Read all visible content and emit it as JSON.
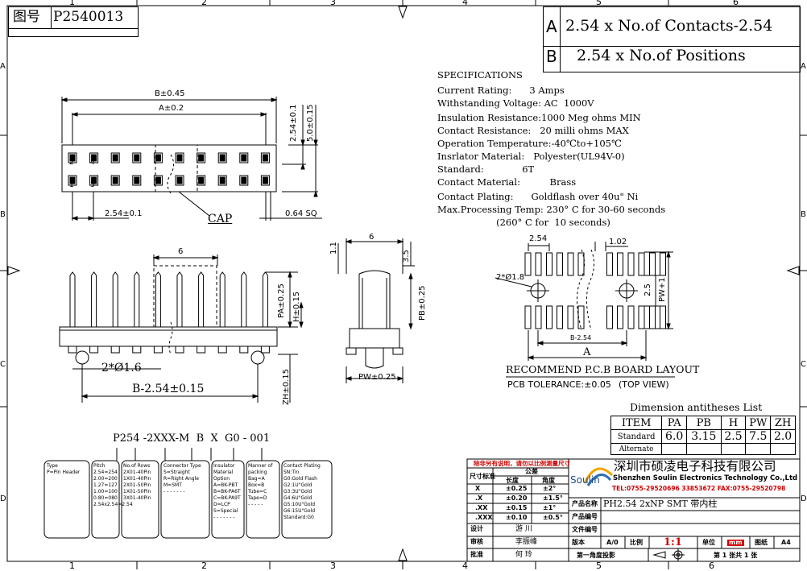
{
  "drawing_no": {
    "label": "图号",
    "value": "P2540013"
  },
  "formulas": {
    "a_key": "A",
    "a_text": "2.54 x No.of Contacts-2.54",
    "b_key": "B",
    "b_text": "2.54 x No.of Positions"
  },
  "specs": {
    "title": "SPECIFICATIONS",
    "lines": [
      "Current Rating:      3 Amps",
      "Withstanding Voltage: AC  1000V",
      "Insulation Resistance:1000 Meg ohms MIN",
      "Contact Resistance:   20 milli ohms MAX",
      "Operation Temperature:-40℃to+105℃",
      "Insrlator Material:   Polyester(UL94V-0)",
      "Standard:             6T",
      "Contact Material:          Brass",
      "Contact Plating:      Goldflash over 40u\" Ni",
      "Max.Processing Temp: 230° C for 30-60 seconds",
      "                    (260° C for  10 seconds)"
    ]
  },
  "border": {
    "cols": [
      "1",
      "2",
      "3",
      "4",
      "5",
      "6"
    ],
    "rows": [
      "A",
      "B",
      "C",
      "D"
    ]
  },
  "top_view": {
    "dim_b": "B±0.45",
    "dim_a": "A±0.2",
    "pitch": "2.54±0.1",
    "pin_sq": "0.64 SQ",
    "cap": "CAP",
    "dim_v1": "2.54±0.1",
    "dim_v2": "5.0±0.15",
    "num_2": "2",
    "num_4": "4",
    "num_1": "1",
    "num_3": "3"
  },
  "front_view": {
    "dim_6": "6",
    "dim_pa": "PA±0.25",
    "dim_h": "H±0.15",
    "holes": "2*Ø1.6",
    "dim_b": "B-2.54±0.15",
    "dim_zh": "ZH±0.15"
  },
  "side_view": {
    "dim_6": "6",
    "dim_11": "1.1",
    "dim_35": "3.5",
    "dim_pb": "PB±0.25",
    "dim_pw": "PW±0.25"
  },
  "pcb_layout": {
    "pitch": "2.54",
    "pad_w": "1.02",
    "holes": "2*Ø1.8",
    "dim_25": "2.5",
    "dim_pw": "PW+1",
    "dim_b": "B-2.54",
    "dim_a": "A",
    "title": "RECOMMEND P.C.B BOARD LAYOUT",
    "tolerance": "PCB TOLERANCE:±0.05",
    "view": "(TOP VIEW)"
  },
  "part_code": {
    "code": "P254 -2XXX-M  B  X  G0 - 001",
    "boxes": [
      "Type\nP=Pin Header",
      "Pitch\n2.54=254\n2.00=200\n1.27=127\n1.00=100\n0.80=080\n2.54x2.54=2.54",
      "No.of Rows\n2X01-40Pin\n1X01-40Pin\n2X01-50Pin\n1X01-50Pin\n3X01-40Pin",
      "Connector Type\nS=Straight\nR=Right Angle\nM=SMT\n- - - - - - -",
      "Insulator\nMaterial\nOption\nA=BK-PBT\nB=BK-PA6T\nC=BK-PA9T\nD=LCP\nS=Special\n- - - - - - -",
      "Manner of\npacking\nBag=A\nBox=B\nTube=C\nTape=D\n- - - - -",
      "Contact Plating\nSN:Tin\nG0:Gold Flash\nG2:1U\"Gold\nG3:3U\"Gold\nG4:6U\"Gold\nG5:10U\"Gold\nG6:15U\"Gold\nStandard:G0"
    ]
  },
  "dimension_table": {
    "title": "Dimension antitheses List",
    "headers": [
      "ITEM",
      "PA",
      "PB",
      "H",
      "PW",
      "ZH"
    ],
    "rows": [
      [
        "Standard",
        "6.0",
        "3.15",
        "2.5",
        "7.5",
        "2.0"
      ],
      [
        "Alternate",
        "",
        "",
        "",
        "",
        ""
      ]
    ]
  },
  "title_block": {
    "notice": "除非另有说明，请勿以比例测量尺寸",
    "tol_label": "尺寸标准",
    "tol_header": "公差",
    "tol_len": "长度",
    "tol_ang": "角度",
    "tol_rows": [
      [
        "X",
        "±0.25",
        "±2°"
      ],
      [
        ".X",
        "±0.20",
        "±1.5°"
      ],
      [
        ".XX",
        "±0.15",
        "±1°"
      ],
      [
        ".XXX",
        "±0.10",
        "±0.5°"
      ]
    ],
    "company_cn": "深圳市硕凌电子科技有限公司",
    "company_en": "Shenzhen Soulin Electronics Technology Co.,Ltd",
    "contact": "TEL:0755-29520696  33853672    FAX:0755-29520798",
    "logo": "Soulin",
    "product_label": "产品名称",
    "product_value": "PH2.54 2xNP SMT 带内柱",
    "drawn_label": "设计",
    "drawn_value": "游 川",
    "check_label": "审核",
    "check_value": "李振峰",
    "approve_label": "批准",
    "approve_value": "何 玲",
    "product_no_label": "产品编号",
    "file_label": "文件编号",
    "rev_label": "版本",
    "rev_value": "A/0",
    "scale_label": "比例",
    "scale_value": "1:1",
    "unit_label": "单位",
    "unit_value": "mm",
    "material_label": "图纸",
    "material_value": "A4",
    "angle_label": "第一角度投影",
    "sheet_text": "第 1 张共 1 张"
  }
}
